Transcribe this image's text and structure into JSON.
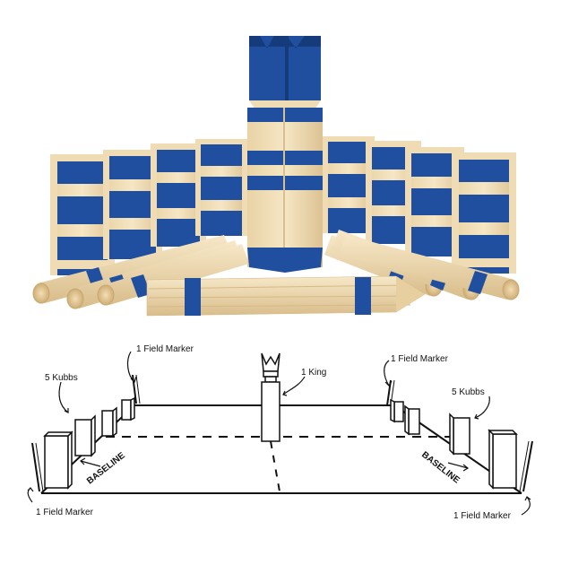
{
  "diagram": {
    "labels": {
      "king": "1 King",
      "kubbs_left": "5 Kubbs",
      "kubbs_right": "5 Kubbs",
      "field_marker_top_left": "1 Field Marker",
      "field_marker_top_right": "1 Field Marker",
      "field_marker_bottom_left": "1 Field Marker",
      "field_marker_bottom_right": "1 Field Marker",
      "baseline_left": "BASELINE",
      "baseline_right": "BASELINE"
    }
  },
  "colors": {
    "wood": "#f0dcb4",
    "wood_dark": "#d8bf8e",
    "blue": "#1f4f9e",
    "blue_dark": "#163b7a",
    "line": "#111111"
  }
}
